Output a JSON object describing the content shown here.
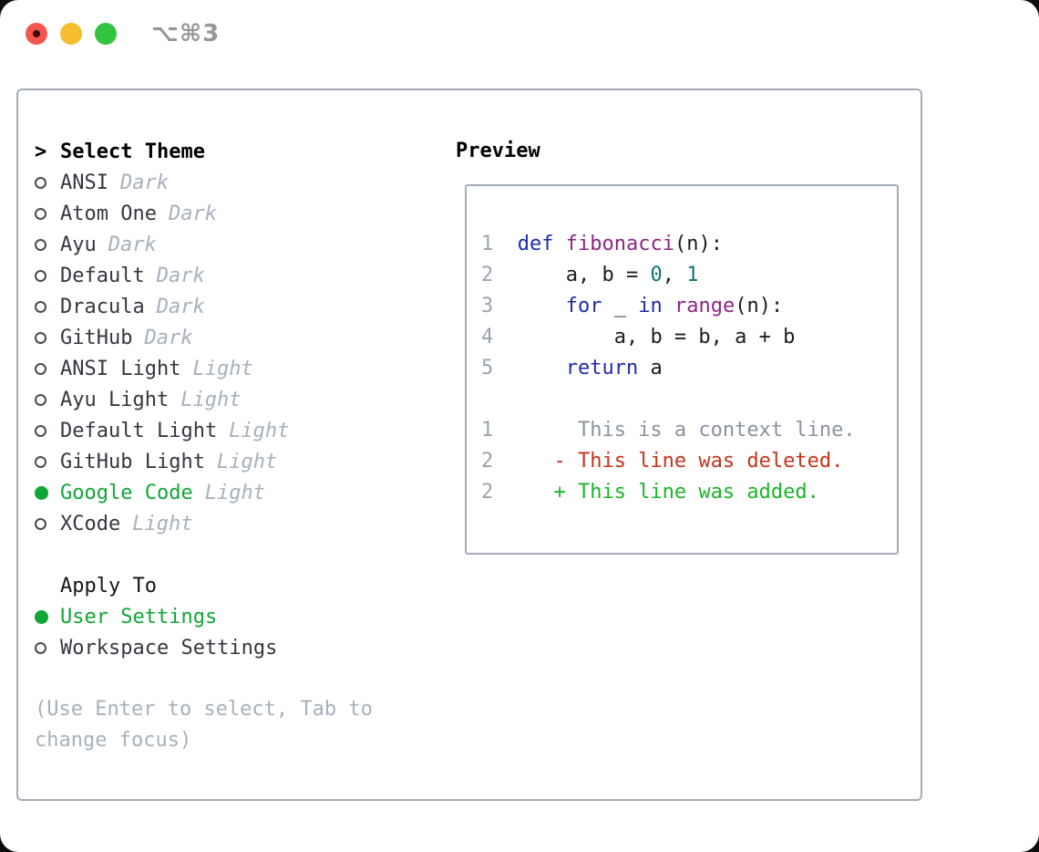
{
  "window": {
    "titlebar": {
      "shortcut": "⌥⌘3",
      "traffic_lights": [
        "close",
        "minimize",
        "zoom"
      ]
    }
  },
  "sidebar": {
    "prompt": ">",
    "title": "Select Theme",
    "themes": [
      {
        "name": "ANSI",
        "variant": "Dark",
        "selected": false
      },
      {
        "name": "Atom One",
        "variant": "Dark",
        "selected": false
      },
      {
        "name": "Ayu",
        "variant": "Dark",
        "selected": false
      },
      {
        "name": "Default",
        "variant": "Dark",
        "selected": false
      },
      {
        "name": "Dracula",
        "variant": "Dark",
        "selected": false
      },
      {
        "name": "GitHub",
        "variant": "Dark",
        "selected": false
      },
      {
        "name": "ANSI Light",
        "variant": "Light",
        "selected": false
      },
      {
        "name": "Ayu Light",
        "variant": "Light",
        "selected": false
      },
      {
        "name": "Default Light",
        "variant": "Light",
        "selected": false
      },
      {
        "name": "GitHub Light",
        "variant": "Light",
        "selected": false
      },
      {
        "name": "Google Code",
        "variant": "Light",
        "selected": true
      },
      {
        "name": "XCode",
        "variant": "Light",
        "selected": false
      }
    ],
    "apply_to": {
      "title": "Apply To",
      "options": [
        {
          "label": "User Settings",
          "selected": true
        },
        {
          "label": "Workspace Settings",
          "selected": false
        }
      ]
    },
    "hint": "(Use Enter to select, Tab to change focus)"
  },
  "preview": {
    "title": "Preview",
    "lines": [
      [
        [
          "1  ",
          "ln"
        ],
        [
          "def",
          "kw"
        ],
        [
          " ",
          "pl"
        ],
        [
          "fibonacci",
          "fn"
        ],
        [
          "(n):",
          "pl"
        ]
      ],
      [
        [
          "2  ",
          "ln"
        ],
        [
          "    a, b = ",
          "pl"
        ],
        [
          "0",
          "num"
        ],
        [
          ", ",
          "pl"
        ],
        [
          "1",
          "num"
        ]
      ],
      [
        [
          "3  ",
          "ln"
        ],
        [
          "    ",
          "pl"
        ],
        [
          "for",
          "kw"
        ],
        [
          " _ ",
          "pl"
        ],
        [
          "in",
          "kw"
        ],
        [
          " ",
          "pl"
        ],
        [
          "range",
          "fn"
        ],
        [
          "(n):",
          "pl"
        ]
      ],
      [
        [
          "4  ",
          "ln"
        ],
        [
          "        a, b = b, a + b",
          "pl"
        ]
      ],
      [
        [
          "5  ",
          "ln"
        ],
        [
          "    ",
          "pl"
        ],
        [
          "return",
          "kw"
        ],
        [
          " a",
          "pl"
        ]
      ],
      [],
      [
        [
          "1",
          "ln"
        ],
        [
          "       This is a context line.",
          "ctx"
        ]
      ],
      [
        [
          "2",
          "ln"
        ],
        [
          "     - This line was deleted.",
          "del"
        ]
      ],
      [
        [
          "2",
          "ln"
        ],
        [
          "     + This line was added.",
          "add"
        ]
      ]
    ]
  },
  "colors": {
    "accent_green": "#10a737",
    "diff_added_green": "#1cb528",
    "diff_deleted_red": "#c7331c",
    "context_gray": "#8b939e",
    "keyword_blue": "#1f2aae",
    "function_purple": "#8d2585",
    "literal_teal": "#0d7474",
    "muted_gray": "#a8b0bc",
    "border_gray": "#a4adb9",
    "traffic_red": "#f4564e",
    "traffic_yellow": "#f6bd31",
    "traffic_green": "#31c43f"
  }
}
